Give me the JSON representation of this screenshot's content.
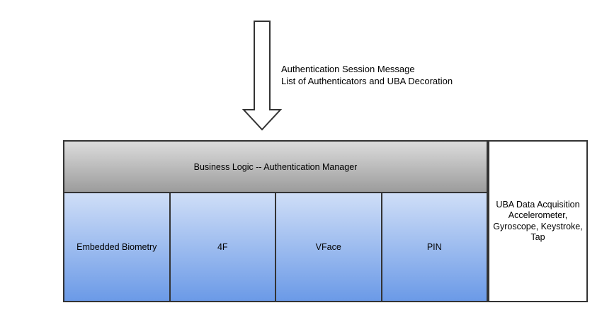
{
  "annotation": {
    "lines": [
      "Authentication Session Message",
      "List of Authenticators and UBA Decoration"
    ]
  },
  "manager": {
    "label": "Business Logic -- Authentication Manager"
  },
  "authenticators": [
    {
      "label": "Embedded Biometry"
    },
    {
      "label": "4F"
    },
    {
      "label": "VFace"
    },
    {
      "label": "PIN"
    }
  ],
  "uba": {
    "label": "UBA Data Acquisition Accelerometer, Gyroscope, Keystroke, Tap",
    "lines": [
      "UBA Data Acquisition",
      "Accelerometer,",
      "Gyroscope, Keystroke,",
      "Tap"
    ]
  },
  "colors": {
    "border": "#333333",
    "gray_top": "#dcdcdc",
    "gray_bottom": "#9c9c9c",
    "blue_top": "#cfdef7",
    "blue_bottom": "#6b9ae7",
    "background": "#ffffff",
    "text": "#000000"
  }
}
